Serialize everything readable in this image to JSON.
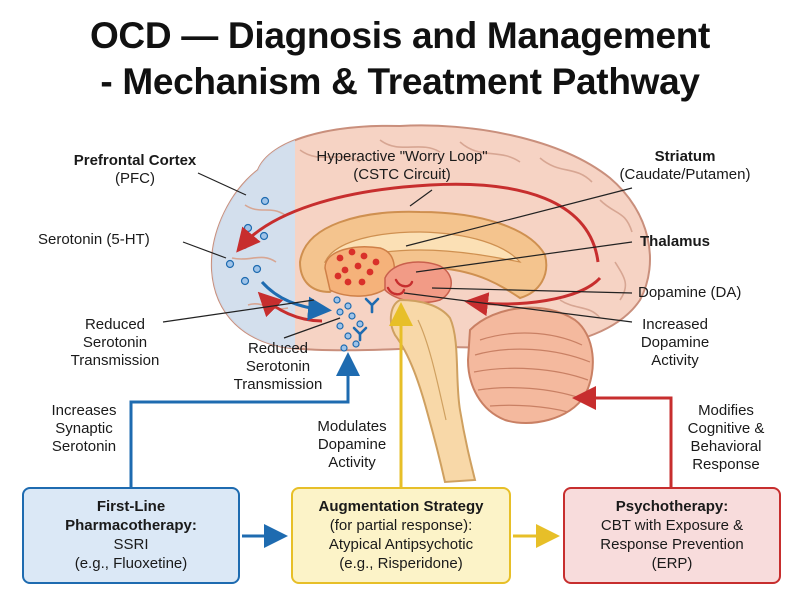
{
  "title": {
    "line1": "OCD — Diagnosis and Management",
    "line2": "- Mechanism & Treatment Pathway"
  },
  "labels": {
    "pfc_title": "Prefrontal Cortex",
    "pfc_sub": "(PFC)",
    "worry_line1": "Hyperactive \"Worry Loop\"",
    "worry_line2": "(CSTC Circuit)",
    "striatum_title": "Striatum",
    "striatum_sub": "(Caudate/Putamen)",
    "serotonin": "Serotonin (5-HT)",
    "thalamus": "Thalamus",
    "dopamine": "Dopamine (DA)",
    "reduced1_l1": "Reduced",
    "reduced1_l2": "Serotonin",
    "reduced1_l3": "Transmission",
    "reduced2_l1": "Reduced",
    "reduced2_l2": "Serotonin",
    "reduced2_l3": "Transmission",
    "increased_l1": "Increased",
    "increased_l2": "Dopamine",
    "increased_l3": "Activity",
    "incsyn_l1": "Increases",
    "incsyn_l2": "Synaptic",
    "incsyn_l3": "Serotonin",
    "modda_l1": "Modulates",
    "modda_l2": "Dopamine",
    "modda_l3": "Activity",
    "modcog_l1": "Modifies",
    "modcog_l2": "Cognitive &",
    "modcog_l3": "Behavioral",
    "modcog_l4": "Response"
  },
  "boxes": {
    "first_line": {
      "title1": "First-Line",
      "title2": "Pharmacotherapy:",
      "line1": "SSRI",
      "line2": "(e.g., Fluoxetine)"
    },
    "augmentation": {
      "title": "Augmentation Strategy",
      "line1": "(for partial response):",
      "line2": "Atypical Antipsychotic",
      "line3": "(e.g., Risperidone)"
    },
    "psychotherapy": {
      "title": "Psychotherapy:",
      "line1": "CBT with Exposure &",
      "line2": "Response Prevention",
      "line3": "(ERP)"
    }
  },
  "colors": {
    "blue": "#1e6bb0",
    "yellow": "#e7bf28",
    "red": "#c72e2e",
    "brain_fill": "#f6d3c4",
    "pfc_fill": "#cfe0f2"
  }
}
